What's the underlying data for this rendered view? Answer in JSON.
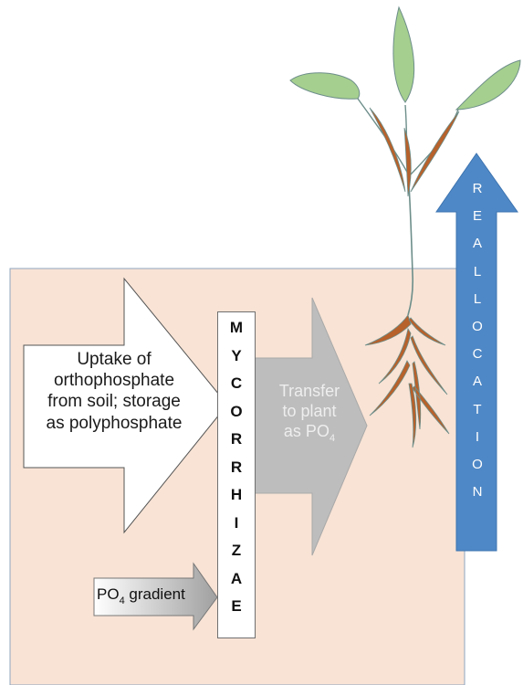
{
  "uptake": {
    "lines": [
      "Uptake of",
      "orthophosphate",
      "from soil; storage",
      "as polyphosphate"
    ]
  },
  "transfer": {
    "lines": [
      "Transfer",
      "to plant",
      "as PO"
    ],
    "subscript": "4"
  },
  "gradient": {
    "text": "PO",
    "subscript": "4",
    "suffix": " gradient"
  },
  "mycorrhizae": {
    "word": "MYCORRHIZAE"
  },
  "reallocation": {
    "word": "REALLOCATION"
  },
  "colors": {
    "soil": "#f8e3d5",
    "soil_border": "#8ea4bf",
    "transfer_arrow": "#bdbdbd",
    "reallocation_arrow": "#4f88c6",
    "leaf": "#a5cf8e",
    "root": "#b7612b"
  }
}
